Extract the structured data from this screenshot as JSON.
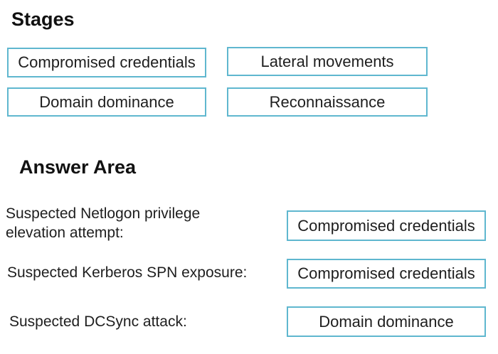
{
  "stages": {
    "heading": "Stages",
    "items": [
      "Compromised credentials",
      "Lateral movements",
      "Domain dominance",
      "Reconnaissance"
    ]
  },
  "answer_area": {
    "heading": "Answer Area",
    "rows": [
      {
        "alert": "Suspected Netlogon privilege elevation attempt:",
        "answer": "Compromised credentials"
      },
      {
        "alert": "Suspected Kerberos SPN exposure:",
        "answer": "Compromised credentials"
      },
      {
        "alert": "Suspected DCSync attack:",
        "answer": "Domain dominance"
      }
    ]
  },
  "colors": {
    "box_border": "#5fb7cf",
    "text": "#1e1e1e"
  }
}
